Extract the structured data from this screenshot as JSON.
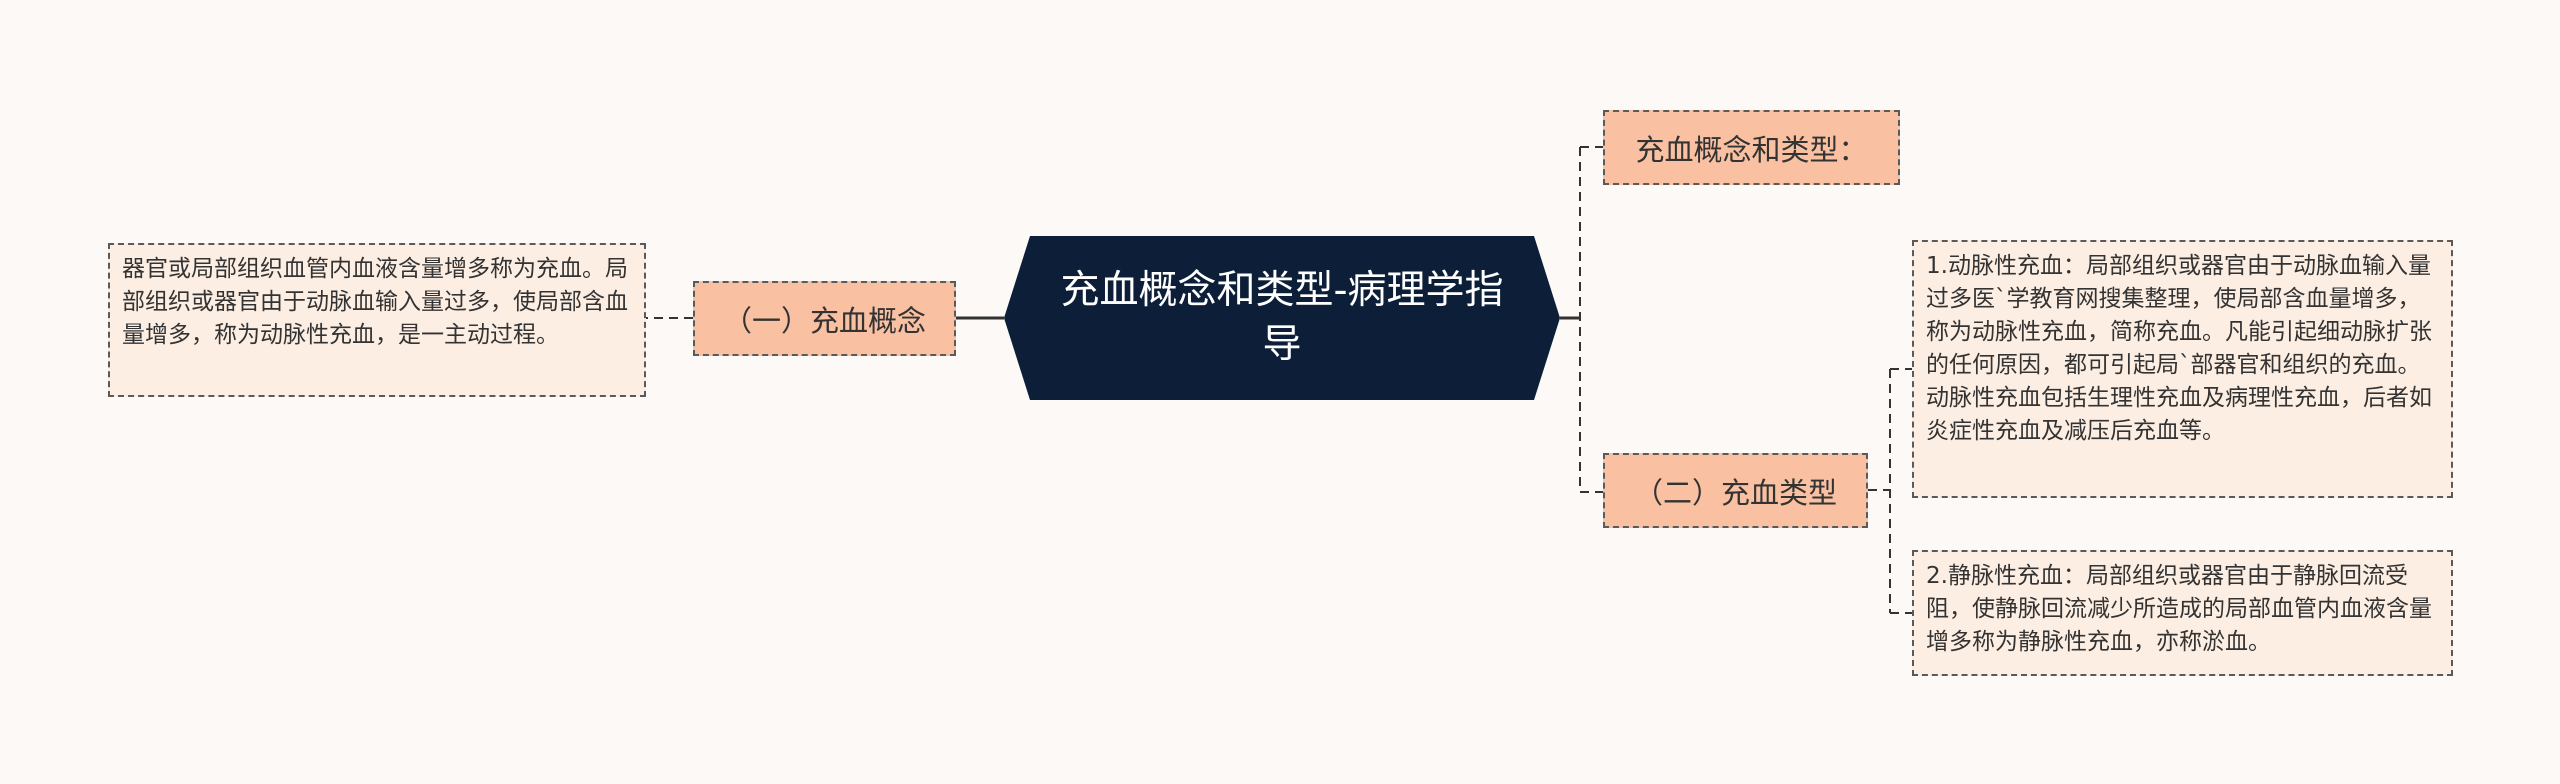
{
  "central": {
    "text": "充血概念和类型-病理学指导"
  },
  "branches": [
    {
      "label": "（一）充血概念"
    },
    {
      "label": "充血概念和类型："
    },
    {
      "label": "（二）充血类型"
    }
  ],
  "leaves": [
    {
      "text": "器官或局部组织血管内血液含量增多称为充血。局部组织或器官由于动脉血输入量过多，使局部含血量增多，称为动脉性充血，是一主动过程。"
    },
    {
      "text": "1.动脉性充血：局部组织或器官由于动脉血输入量过多医`学教育网搜集整理，使局部含血量增多，称为动脉性充血，简称充血。凡能引起细动脉扩张的任何原因，都可引起局`部器官和组织的充血。动脉性充血包括生理性充血及病理性充血，后者如炎症性充血及减压后充血等。"
    },
    {
      "text": "2.静脉性充血：局部组织或器官由于静脉回流受阻，使静脉回流减少所造成的局部血管内血液含量增多称为静脉性充血，亦称淤血。"
    }
  ],
  "colors": {
    "central_bg": "#0d1f38",
    "branch_bg": "#f9c0a2",
    "leaf_bg": "#fdeee3",
    "connector": "#333333"
  }
}
